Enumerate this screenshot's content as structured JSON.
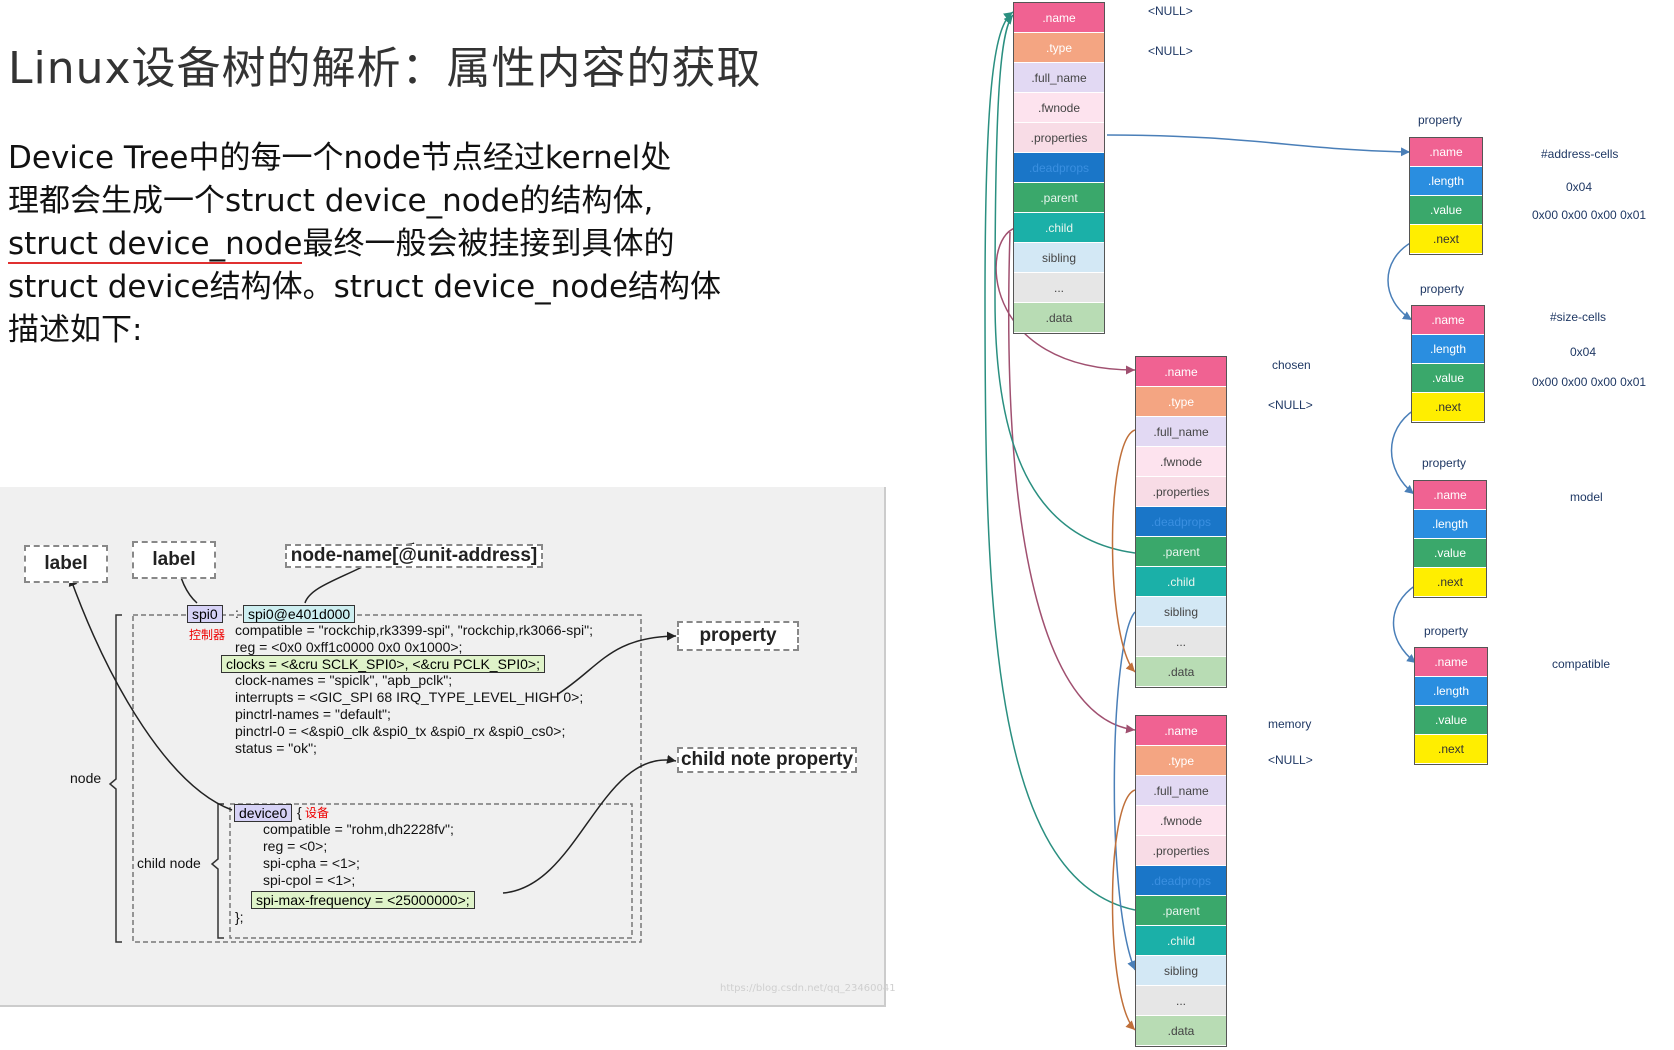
{
  "title": "Linux设备树的解析：属性内容的获取",
  "paragraph": {
    "line1": "Device Tree中的每一个node节点经过kernel处",
    "line2": "理都会生成一个struct device_node的结构体,",
    "line3_underlined": "struct device_node",
    "line3_rest": "最终一般会被挂接到具体的",
    "line4": "struct device结构体。struct device_node结构体",
    "line5": "描述如下:"
  },
  "dts_figure": {
    "tags": {
      "label_left": "label",
      "label_mid": "label",
      "node_name": "node-name[@unit-address]",
      "property": "property",
      "child_property": "child note property"
    },
    "spi_label": "spi0",
    "spi_colon": ":",
    "spi_node": "spi0@e401d000",
    "controller_note": "控制器",
    "code_lines": [
      "compatible = \"rockchip,rk3399-spi\", \"rockchip,rk3066-spi\";",
      "reg = <0x0 0xff1c0000 0x0 0x1000>;",
      "clocks = <&cru SCLK_SPI0>, <&cru PCLK_SPI0>;",
      "clock-names = \"spiclk\", \"apb_pclk\";",
      "interrupts = <GIC_SPI 68 IRQ_TYPE_LEVEL_HIGH 0>;",
      "pinctrl-names = \"default\";",
      "pinctrl-0 = <&spi0_clk &spi0_tx &spi0_rx &spi0_cs0>;",
      "status = \"ok\";"
    ],
    "device_label": "device0",
    "device_brace": "{",
    "device_note": "设备",
    "child_lines": [
      "compatible = \"rohm,dh2228fv\";",
      "reg = <0>;",
      "spi-cpha = <1>;",
      "spi-cpol = <1>;",
      "spi-max-frequency = <25000000>;"
    ],
    "child_close": "};",
    "brace_node": "node",
    "brace_child": "child node",
    "watermark": "https://blog.csdn.net/qq_23460041"
  },
  "colors": {
    "name": "#f06292",
    "type": "#f4a582",
    "full_name": "#e2d9f3",
    "fwnode": "#fde3ee",
    "properties": "#f8dce6",
    "deadprops": "#1a76c8",
    "parent": "#3aa86b",
    "child": "#1bb0a8",
    "sibling": "#d3e8f5",
    "dots": "#e6e6e6",
    "data": "#b8dcb4",
    "length": "#2a8ee0",
    "value": "#3aa86b",
    "next": "#ffee00"
  },
  "struct_fields": [
    ".name",
    ".type",
    ".full_name",
    ".fwnode",
    ".properties",
    ".deadprops",
    ".parent",
    ".child",
    "sibling",
    "...",
    ".data"
  ],
  "property_fields": [
    ".name",
    ".length",
    ".value",
    ".next"
  ],
  "root_node": {
    "name_value": "<NULL>",
    "type_value": "<NULL>"
  },
  "chosen_node": {
    "name_value": "chosen",
    "type_value": "<NULL>"
  },
  "memory_node": {
    "name_value": "memory",
    "type_value": "<NULL>"
  },
  "properties": [
    {
      "header": "property",
      "name": "#address-cells",
      "length": "0x04",
      "value": "0x00 0x00 0x00 0x01"
    },
    {
      "header": "property",
      "name": "#size-cells",
      "length": "0x04",
      "value": "0x00 0x00 0x00 0x01"
    },
    {
      "header": "property",
      "name": "model",
      "length": "",
      "value": ""
    },
    {
      "header": "property",
      "name": "compatible",
      "length": "",
      "value": ""
    }
  ]
}
